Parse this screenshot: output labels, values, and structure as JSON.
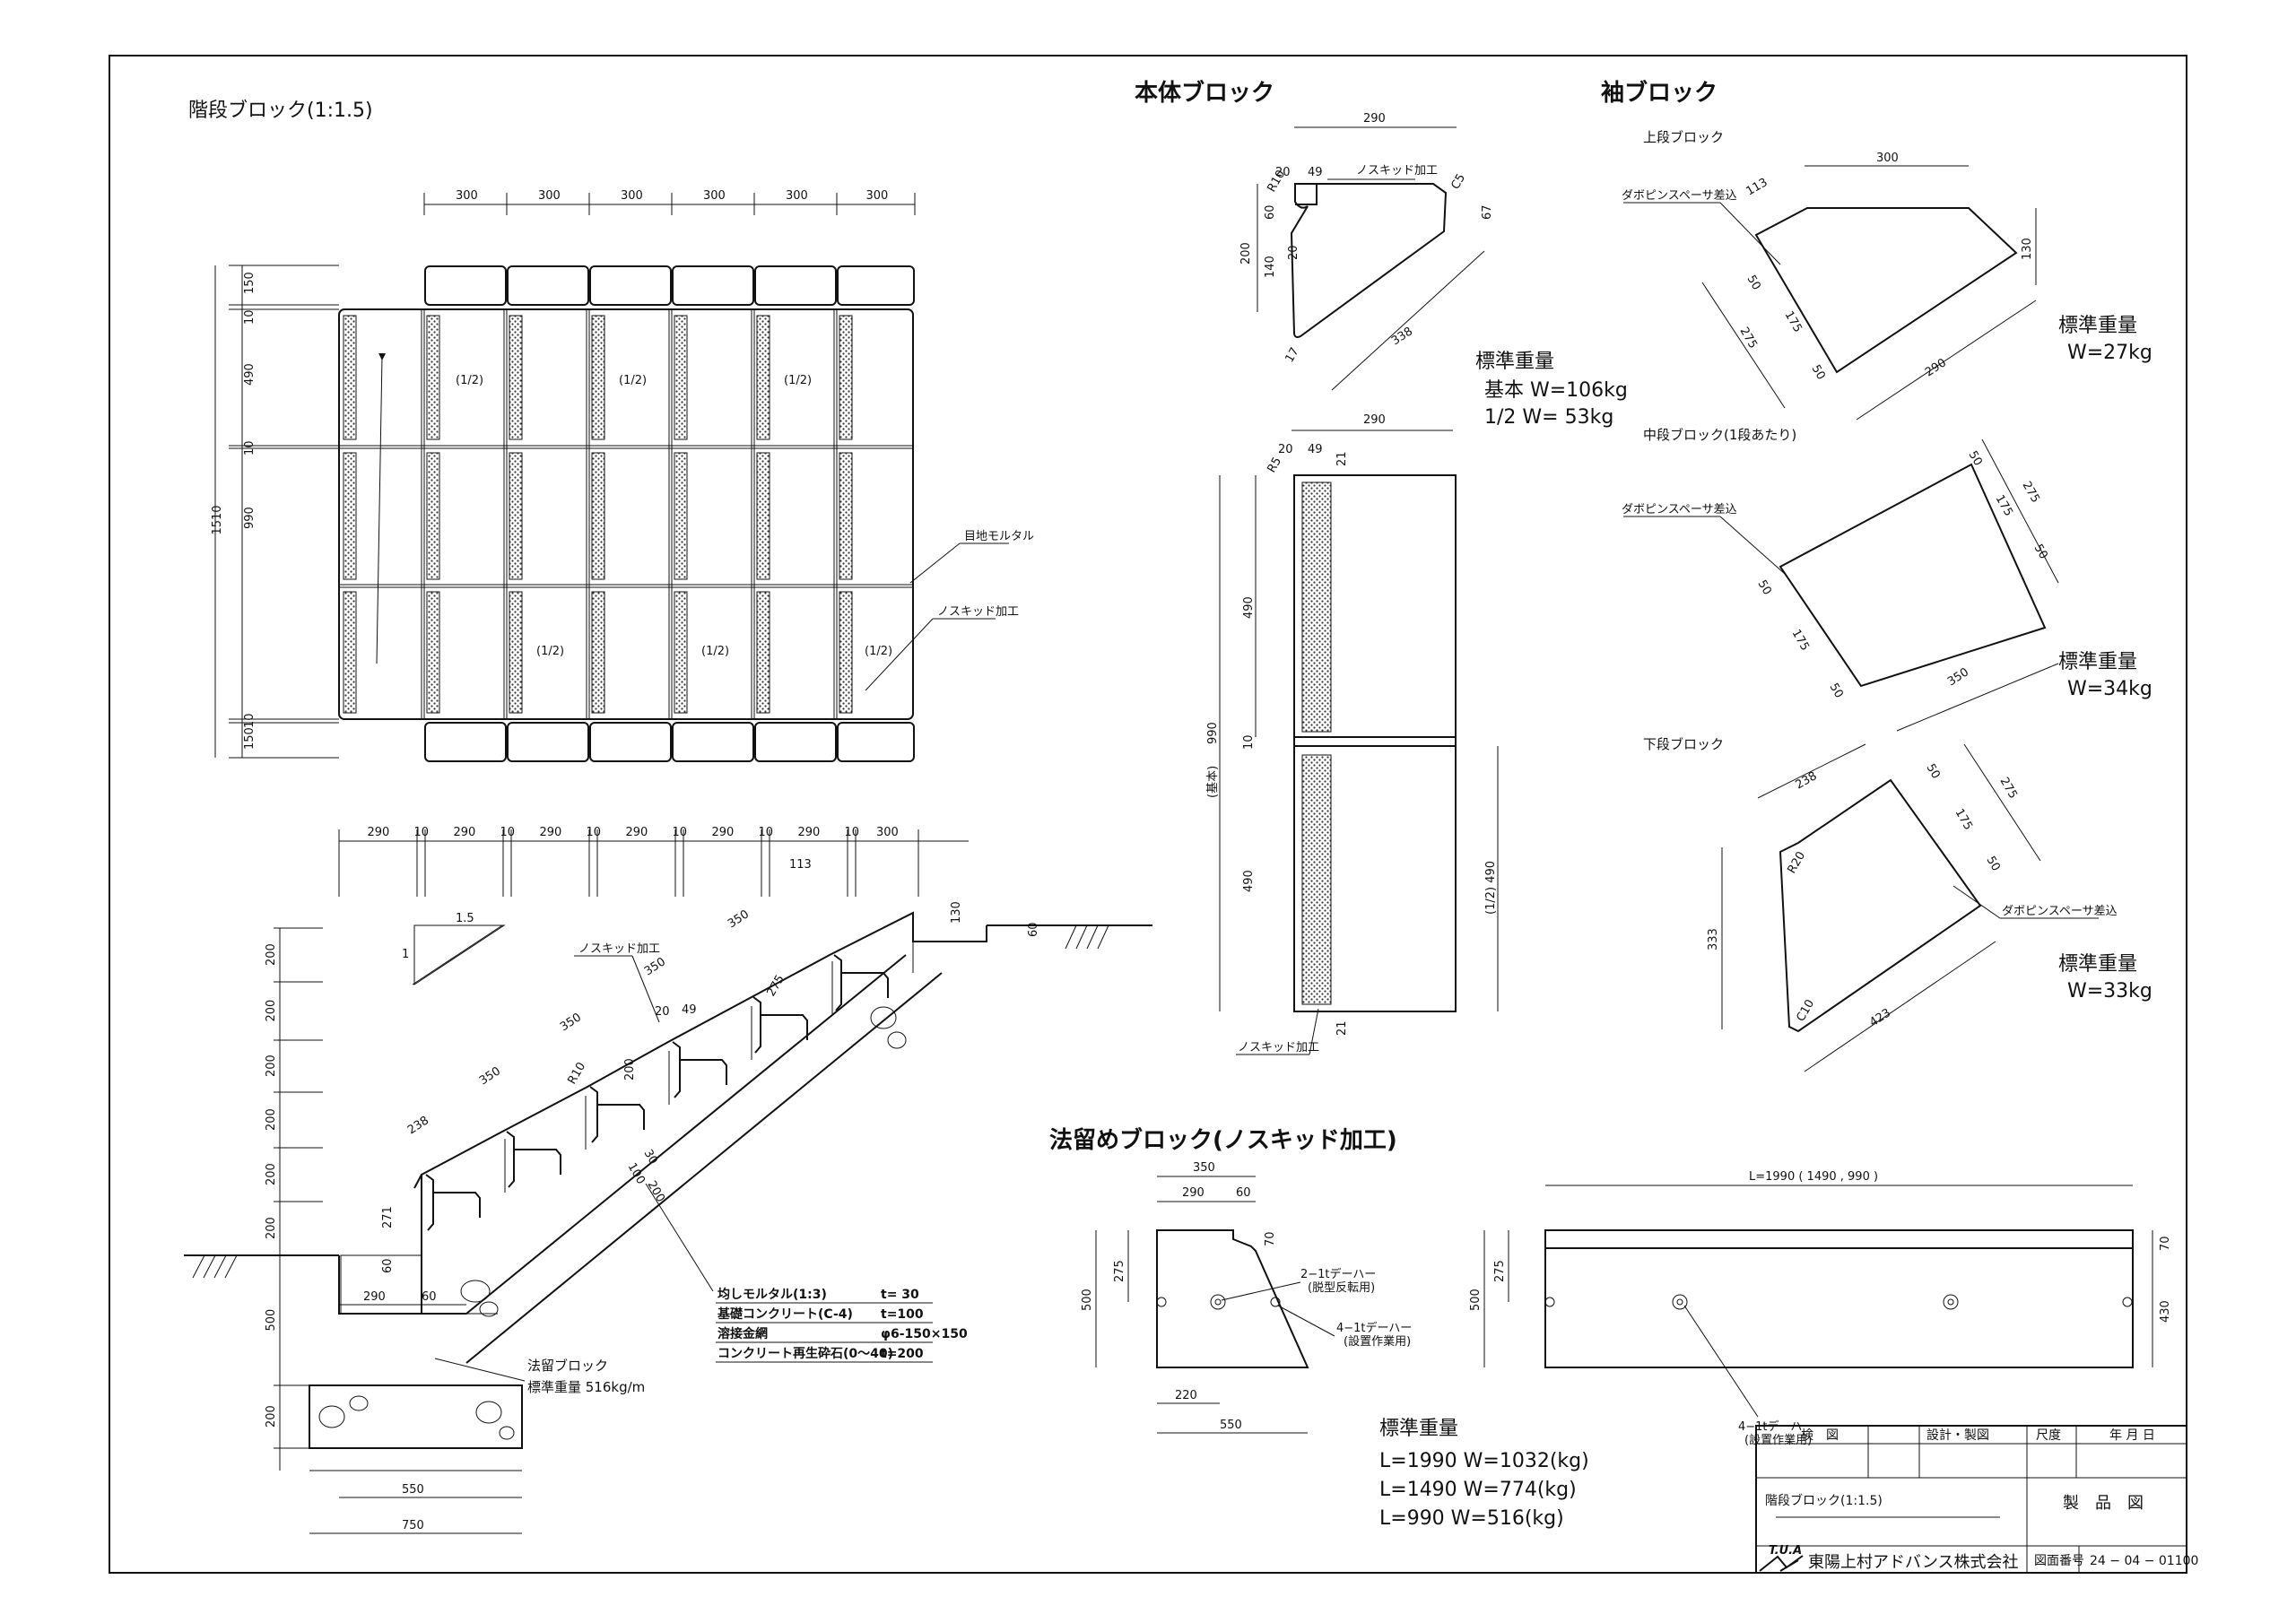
{
  "drawing_title": "階段ブロック(1:1.5)",
  "sections": {
    "main_block": "本体ブロック",
    "sleeve_block": "袖ブロック",
    "slope_block": "法留めブロック(ノスキッド加工)"
  },
  "sleeve_sub": {
    "upper": "上段ブロック",
    "middle": "中段ブロック(1段あたり)",
    "lower": "下段ブロック"
  },
  "weights": {
    "label": "標準重量",
    "main_basic": "基本  W=106kg",
    "main_half": "1/2   W=  53kg",
    "upper": "W=27kg",
    "middle": "W=34kg",
    "lower": "W=33kg",
    "slope_l1990": "L=1990   W=1032(kg)",
    "slope_l1490": "L=1490   W=774(kg)",
    "slope_l990": "L=990     W=516(kg)"
  },
  "annotations": {
    "half": "(1/2)",
    "joint_mortar": "目地モルタル",
    "nonskid": "ノスキッド加工",
    "dowel": "ダボピンスペーサ差込",
    "slope_block_label": "法留ブロック",
    "slope_block_weight": "標準重量 516kg/m",
    "basic": "(基本)",
    "half_490": "(1/2) 490",
    "tedar_2": "2−1tデーハー",
    "tedar_2_note": "(脱型反転用)",
    "tedar_4": "4−1tデーハー",
    "tedar_4_note": "(設置作業用)",
    "length_dims": "L=1990 ( 1490 , 990 )",
    "ratio_15": "1.5",
    "ratio_1": "1"
  },
  "specs": [
    {
      "name": "均しモルタル(1:3)",
      "value": "t= 30"
    },
    {
      "name": "基礎コンクリート(C-4)",
      "value": "t=100"
    },
    {
      "name": "溶接金網",
      "value": "φ6-150×150"
    },
    {
      "name": "コンクリート再生砕石(0〜40)",
      "value": "t=200"
    }
  ],
  "dims": {
    "plan_top": [
      "300",
      "300",
      "300",
      "300",
      "300",
      "300"
    ],
    "plan_left": [
      "150",
      "10",
      "490",
      "10",
      "990",
      "10",
      "150"
    ],
    "plan_total": "1510",
    "section_top": [
      "290",
      "10",
      "290",
      "10",
      "290",
      "10",
      "290",
      "10",
      "290",
      "10",
      "290",
      "10",
      "300"
    ],
    "section_left": [
      "200",
      "200",
      "200",
      "200",
      "200",
      "200",
      "500",
      "200"
    ],
    "section_misc": [
      "113",
      "130",
      "60",
      "350",
      "350",
      "350",
      "350",
      "238",
      "275",
      "20",
      "49",
      "200",
      "R10",
      "30",
      "100",
      "200",
      "271",
      "60",
      "290",
      "60",
      "10",
      "10",
      "10",
      "10",
      "10"
    ],
    "foundation": [
      "550",
      "750"
    ],
    "main_top": [
      "290",
      "20",
      "49",
      "R10",
      "60",
      "140",
      "200",
      "20",
      "67",
      "C5",
      "338",
      "17"
    ],
    "main_side": [
      "290",
      "20",
      "49",
      "R5",
      "21",
      "490",
      "10",
      "490",
      "990",
      "21"
    ],
    "upper": [
      "300",
      "113",
      "130",
      "50",
      "175",
      "50",
      "275",
      "290"
    ],
    "middle": [
      "50",
      "175",
      "50",
      "275",
      "50",
      "175",
      "50",
      "350"
    ],
    "lower": [
      "238",
      "50",
      "175",
      "50",
      "275",
      "R20",
      "C10",
      "333",
      "423"
    ],
    "slope": [
      "350",
      "290",
      "60",
      "70",
      "275",
      "500",
      "220",
      "550"
    ],
    "slope_side": [
      "275",
      "500",
      "70",
      "430"
    ]
  },
  "title_block": {
    "headers": [
      "検　図",
      "設計・製図",
      "尺度",
      "年 月 日"
    ],
    "drawing_name": "階段ブロック(1:1.5)",
    "drawing_type": "製　品　図",
    "logo_text": "T.U.A",
    "company": "東陽上村アドバンス株式会社",
    "drawing_number_label": "図面番号",
    "drawing_number": "24 − 04 − 01100"
  }
}
